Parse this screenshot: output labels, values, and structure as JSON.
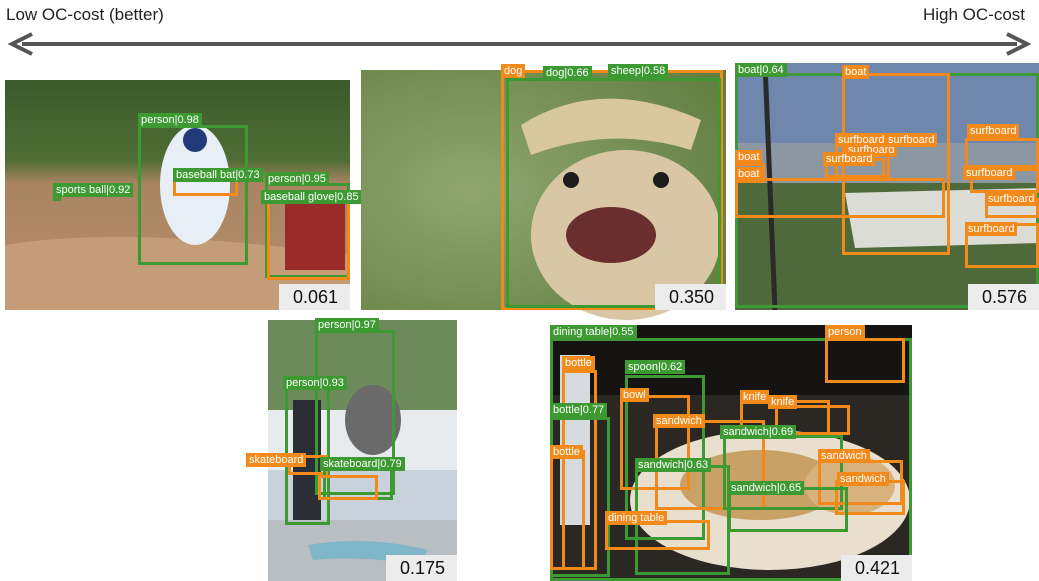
{
  "axis": {
    "left_label": "Low OC-cost (better)",
    "right_label": "High OC-cost",
    "arrow_color": "#555555"
  },
  "colors": {
    "prediction": "#3d9a32",
    "ground_truth": "#f28a1b"
  },
  "panels": [
    {
      "id": "baseball",
      "score": "0.061",
      "labels": [
        {
          "text": "person|0.98",
          "kind": "prediction"
        },
        {
          "text": "sports ball|0.92",
          "kind": "prediction"
        },
        {
          "text": "baseball bat|0.73",
          "kind": "prediction"
        },
        {
          "text": "person|0.95",
          "kind": "prediction"
        },
        {
          "text": "baseball glove|0.85",
          "kind": "prediction"
        }
      ]
    },
    {
      "id": "dog",
      "score": "0.350",
      "labels": [
        {
          "text": "dog",
          "kind": "ground_truth"
        },
        {
          "text": "dog|0.66",
          "kind": "prediction"
        },
        {
          "text": "sheep|0.58",
          "kind": "prediction"
        }
      ]
    },
    {
      "id": "harbor",
      "score": "0.576",
      "labels": [
        {
          "text": "boat|0.64",
          "kind": "prediction"
        },
        {
          "text": "boat",
          "kind": "ground_truth"
        },
        {
          "text": "surfboard",
          "kind": "ground_truth"
        },
        {
          "text": "surfboard",
          "kind": "ground_truth"
        },
        {
          "text": "surfboard",
          "kind": "ground_truth"
        },
        {
          "text": "surfboard",
          "kind": "ground_truth"
        },
        {
          "text": "boat",
          "kind": "ground_truth"
        },
        {
          "text": "boat",
          "kind": "ground_truth"
        },
        {
          "text": "surfboard",
          "kind": "ground_truth"
        },
        {
          "text": "surfboard",
          "kind": "ground_truth"
        },
        {
          "text": "surfboard",
          "kind": "ground_truth"
        },
        {
          "text": "surfboard",
          "kind": "ground_truth"
        }
      ]
    },
    {
      "id": "skate",
      "score": "0.175",
      "labels": [
        {
          "text": "person|0.97",
          "kind": "prediction"
        },
        {
          "text": "person|0.93",
          "kind": "prediction"
        },
        {
          "text": "skateboard",
          "kind": "ground_truth"
        },
        {
          "text": "skateboard|0.79",
          "kind": "prediction"
        }
      ]
    },
    {
      "id": "table",
      "score": "0.421",
      "labels": [
        {
          "text": "dining table|0.55",
          "kind": "prediction"
        },
        {
          "text": "person",
          "kind": "ground_truth"
        },
        {
          "text": "bottle",
          "kind": "ground_truth"
        },
        {
          "text": "spoon|0.62",
          "kind": "prediction"
        },
        {
          "text": "bowl",
          "kind": "ground_truth"
        },
        {
          "text": "bottle|0.77",
          "kind": "prediction"
        },
        {
          "text": "knife",
          "kind": "ground_truth"
        },
        {
          "text": "knife",
          "kind": "ground_truth"
        },
        {
          "text": "sandwich",
          "kind": "ground_truth"
        },
        {
          "text": "sandwich|0.69",
          "kind": "prediction"
        },
        {
          "text": "bottle",
          "kind": "ground_truth"
        },
        {
          "text": "sandwich|0.63",
          "kind": "prediction"
        },
        {
          "text": "sandwich",
          "kind": "ground_truth"
        },
        {
          "text": "sandwich",
          "kind": "ground_truth"
        },
        {
          "text": "sandwich|0.65",
          "kind": "prediction"
        },
        {
          "text": "dining table",
          "kind": "ground_truth"
        }
      ]
    }
  ]
}
